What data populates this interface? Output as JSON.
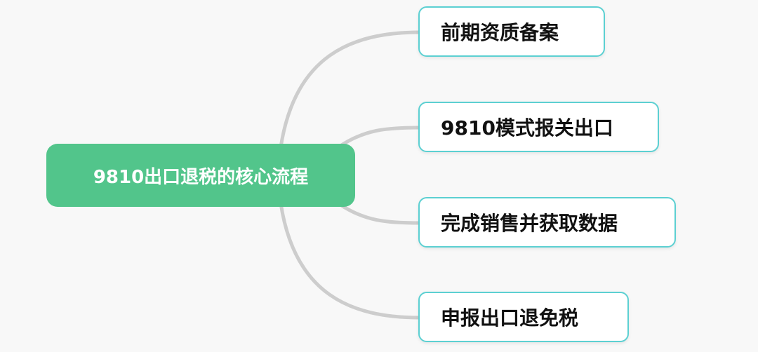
{
  "root": {
    "label": "9810出口退税的核心流程"
  },
  "children": [
    {
      "label": "前期资质备案"
    },
    {
      "label": "9810模式报关出口"
    },
    {
      "label": "完成销售并获取数据"
    },
    {
      "label": "申报出口退免税"
    }
  ],
  "colors": {
    "root": "#52c58b",
    "border": "#5cd0d2",
    "link": "#cccccc"
  }
}
